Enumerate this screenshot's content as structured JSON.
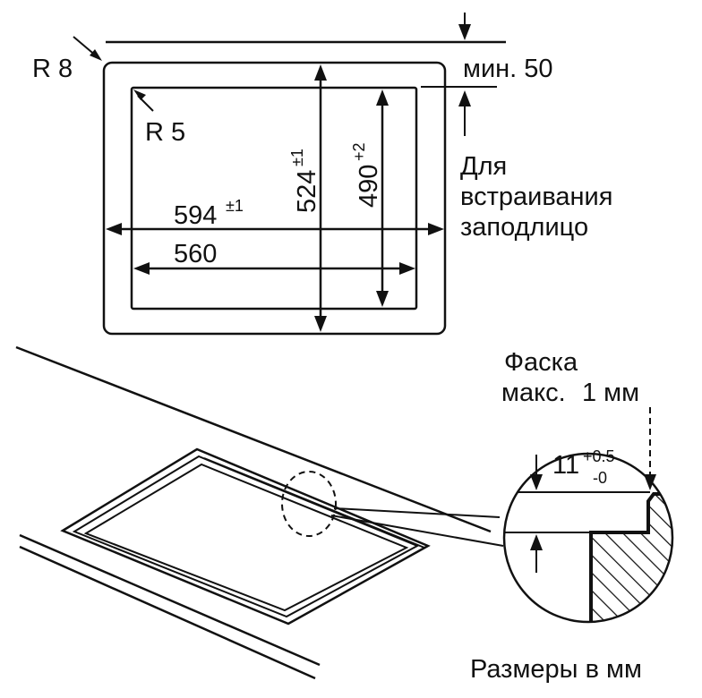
{
  "top_view": {
    "corner_outer": "R 8",
    "corner_inner": "R 5",
    "min_clearance": "мин. 50",
    "flush_note": [
      "Для",
      "встраивания",
      "заподлицо"
    ],
    "width_outer": {
      "value": "594",
      "tolerance": "±1"
    },
    "width_inner": {
      "value": "560"
    },
    "depth_outer": {
      "value": "524",
      "tolerance": "±1"
    },
    "depth_inner": {
      "value": "490",
      "tolerance": "+2"
    }
  },
  "detail": {
    "chamfer_note": [
      "Фаска",
      "макс.",
      "1 мм"
    ],
    "rebate_depth": {
      "value": "11",
      "tol_upper": "+0.5",
      "tol_lower": "-0"
    }
  },
  "footer": {
    "units_note": "Размеры в мм"
  }
}
